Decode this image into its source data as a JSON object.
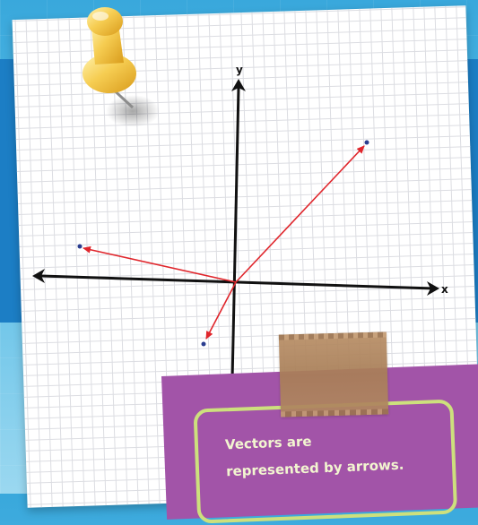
{
  "diagram": {
    "axes": {
      "x_label": "x",
      "y_label": "y"
    },
    "vectors": [
      {
        "name": "vector-upper-right",
        "color": "#e0262c"
      },
      {
        "name": "vector-upper-left",
        "color": "#e0262c"
      },
      {
        "name": "vector-lower-left",
        "color": "#e0262c"
      }
    ],
    "point_color": "#2a3d8f"
  },
  "note": {
    "line1": "Vectors are",
    "line2": "represented by arrows."
  },
  "decor": {
    "pin": "push-pin-icon",
    "tape": "masking-tape"
  }
}
